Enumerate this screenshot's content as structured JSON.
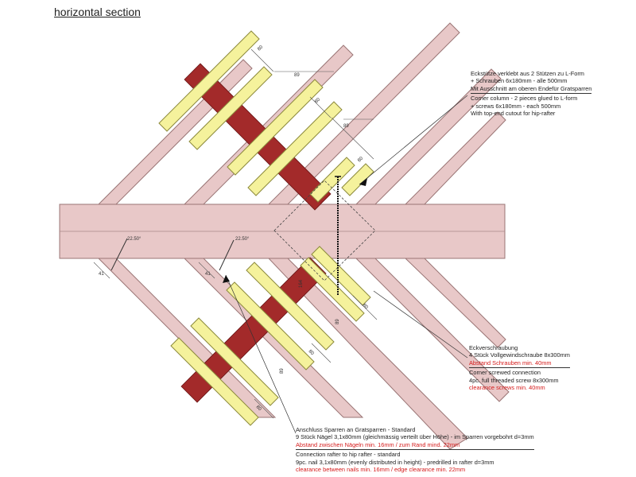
{
  "title": "horizontal section",
  "colors": {
    "beam": "#e8c8c8",
    "beam_stroke": "#9a7575",
    "post": "#a32a2a",
    "board": "#f5f29c",
    "board_stroke": "#8c8a3c",
    "annotation_red": "#d51a1a"
  },
  "dimensions": {
    "d80": "80",
    "d89": "89",
    "d41": "41",
    "angle": "22.50°",
    "d164": "164"
  },
  "notes": {
    "corner_column": {
      "de1": "Eckstütze verklebt aus 2 Stützen zu L-Form",
      "de2": "+ Schrauben 6x180mm - alle 500mm",
      "de3": "Mit Ausschnitt am oberen Endefür Gratsparren",
      "en1": "Corner column - 2 pieces glued to L-form",
      "en2": "+ screws 6x180mm - each 500mm",
      "en3": "With top-end cutout for hip-rafter"
    },
    "corner_screw": {
      "de1": "Eckverschraubung",
      "de2": "4 Stück Vollgewindschraube 8x300mm",
      "de3": "Abstand Schrauben min. 40mm",
      "en1": "Corner screwed connection",
      "en2": "4pc. full threaded screw 8x300mm",
      "en3": "clearance screws min. 40mm"
    },
    "rafter": {
      "de1": "Anschluss Sparren an Gratsparren - Standard",
      "de2": "9 Stück Nägel 3,1x80mm (gleichmässig verteilt über Höhe) - im Sparren vorgebohrt d=3mm",
      "de3": "Abstand zwischen Nägeln min. 16mm / zum Rand mind. 22mm",
      "en1": "Connection rafter to hip rafter - standard",
      "en2": "9pc. nail 3,1x80mm (evenly distributed in height) - predrilled in rafter d=3mm",
      "en3": "clearance between nails min. 16mm / edge clearance min. 22mm"
    }
  }
}
